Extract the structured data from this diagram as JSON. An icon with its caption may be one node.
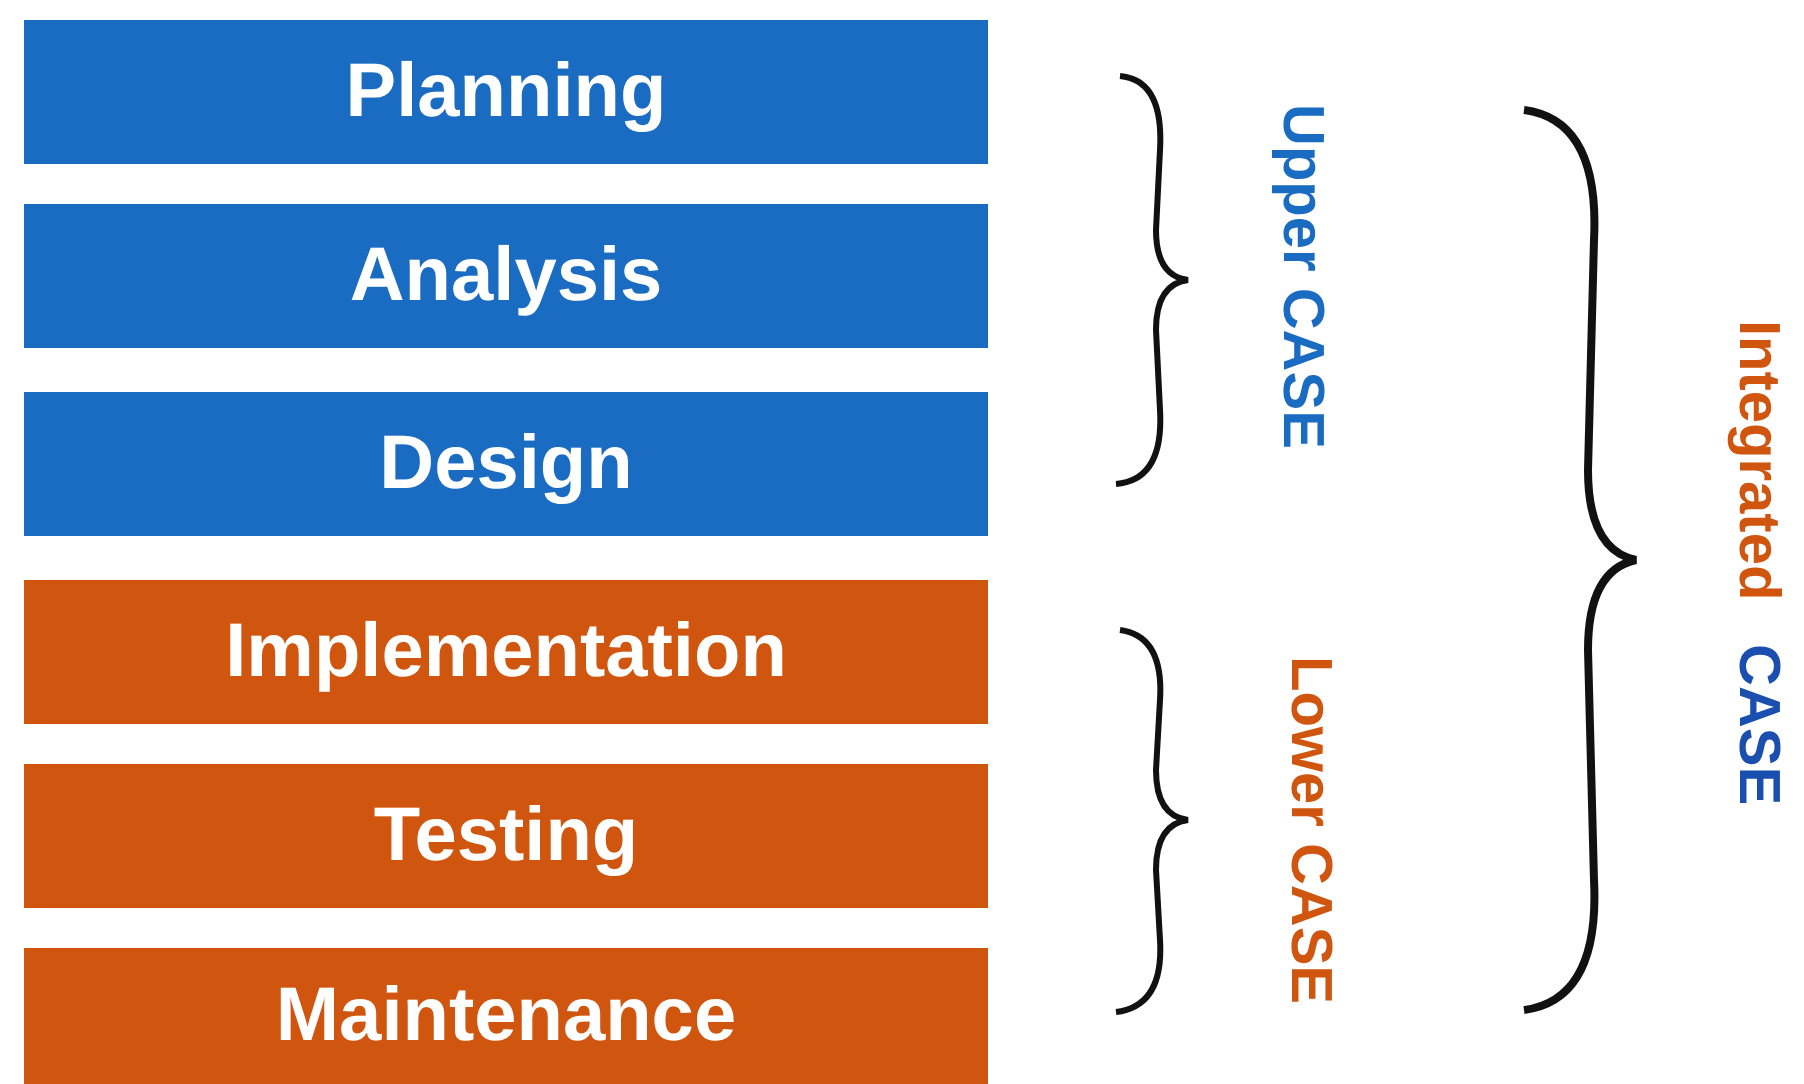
{
  "diagram": {
    "nodes": [
      {
        "text": [
          "Planning"
        ]
      },
      {
        "text": [
          "Analysis"
        ]
      },
      {
        "text": [
          "Design"
        ]
      },
      {
        "text": [
          "Implementation"
        ]
      },
      {
        "text": [
          "Testing"
        ]
      },
      {
        "text": [
          "Maintenance"
        ]
      }
    ],
    "labels": [
      "Upper CASE",
      "Lower CASE",
      "Integrated",
      "CASE"
    ]
  }
}
